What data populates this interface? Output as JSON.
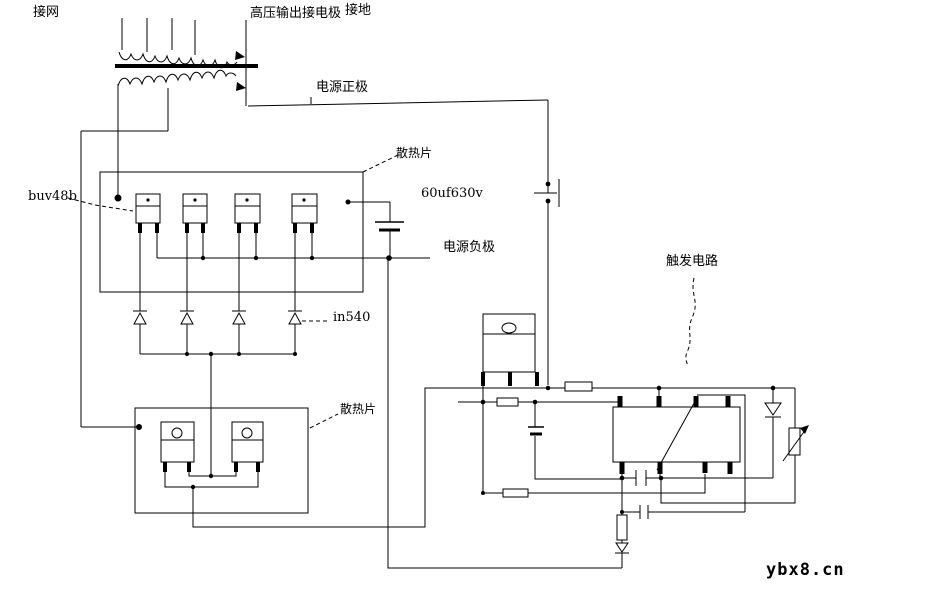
{
  "diagram": {
    "title_area": {
      "grid_label": "接网",
      "hv_output_label": "高压输出接电极",
      "ground_label": "接地"
    },
    "power": {
      "positive_label": "电源正极",
      "negative_label": "电源负极",
      "filter_cap_value": "60uf630v"
    },
    "components": {
      "upper_heatsink_label": "散热片",
      "lower_heatsink_label": "散热片",
      "power_transistor_model": "buv48b",
      "rectifier_diode_model": "in540",
      "trigger_circuit_label": "触发电路"
    },
    "watermark": "ybx8.cn",
    "colors": {
      "line": "#000000",
      "background": "#ffffff"
    }
  }
}
